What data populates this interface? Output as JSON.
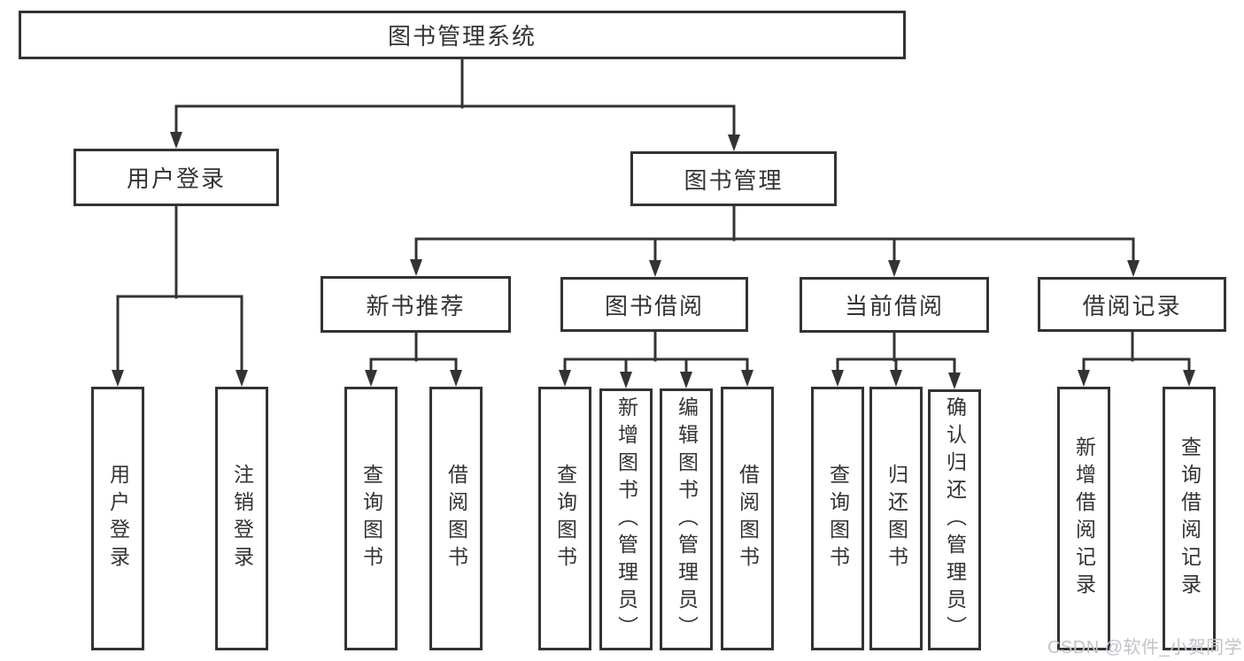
{
  "title": "图书管理系统",
  "watermark": "CSDN @软件_小贺同学",
  "colors": {
    "line": "#333333",
    "text": "#333333",
    "box_background": "#ffffff",
    "page_background": "#ffffff",
    "watermark": "#c0c4c8"
  },
  "tree": {
    "root": "图书管理系统",
    "branches": [
      {
        "label": "用户登录",
        "children": [
          {
            "label": "用户登录"
          },
          {
            "label": "注销登录"
          }
        ]
      },
      {
        "label": "图书管理",
        "children": [
          {
            "label": "新书推荐",
            "children": [
              {
                "label": "查询图书"
              },
              {
                "label": "借阅图书"
              }
            ]
          },
          {
            "label": "图书借阅",
            "children": [
              {
                "label": "查询图书"
              },
              {
                "label": "新增图书（管理员）"
              },
              {
                "label": "编辑图书（管理员）"
              },
              {
                "label": "借阅图书"
              }
            ]
          },
          {
            "label": "当前借阅",
            "children": [
              {
                "label": "查询图书"
              },
              {
                "label": "归还图书"
              },
              {
                "label": "确认归还（管理员）"
              }
            ]
          },
          {
            "label": "借阅记录",
            "children": [
              {
                "label": "新增借阅记录"
              },
              {
                "label": "查询借阅记录"
              }
            ]
          }
        ]
      }
    ]
  }
}
